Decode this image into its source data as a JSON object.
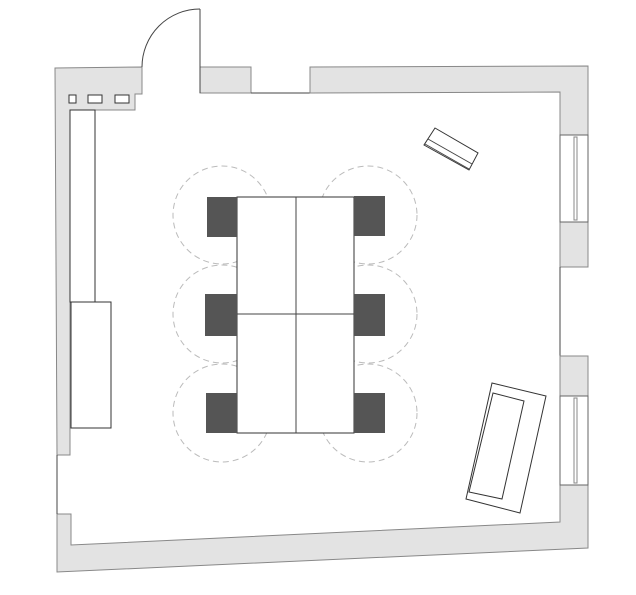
{
  "plan": {
    "type": "office floor plan",
    "colors": {
      "wall": "#e3e3e3",
      "chair": "#555555",
      "line": "#444444",
      "clearance": "#bbbbbb"
    },
    "desk_cluster": {
      "desks": 4,
      "chairs": 6
    },
    "windows": 2,
    "doors": 1
  }
}
